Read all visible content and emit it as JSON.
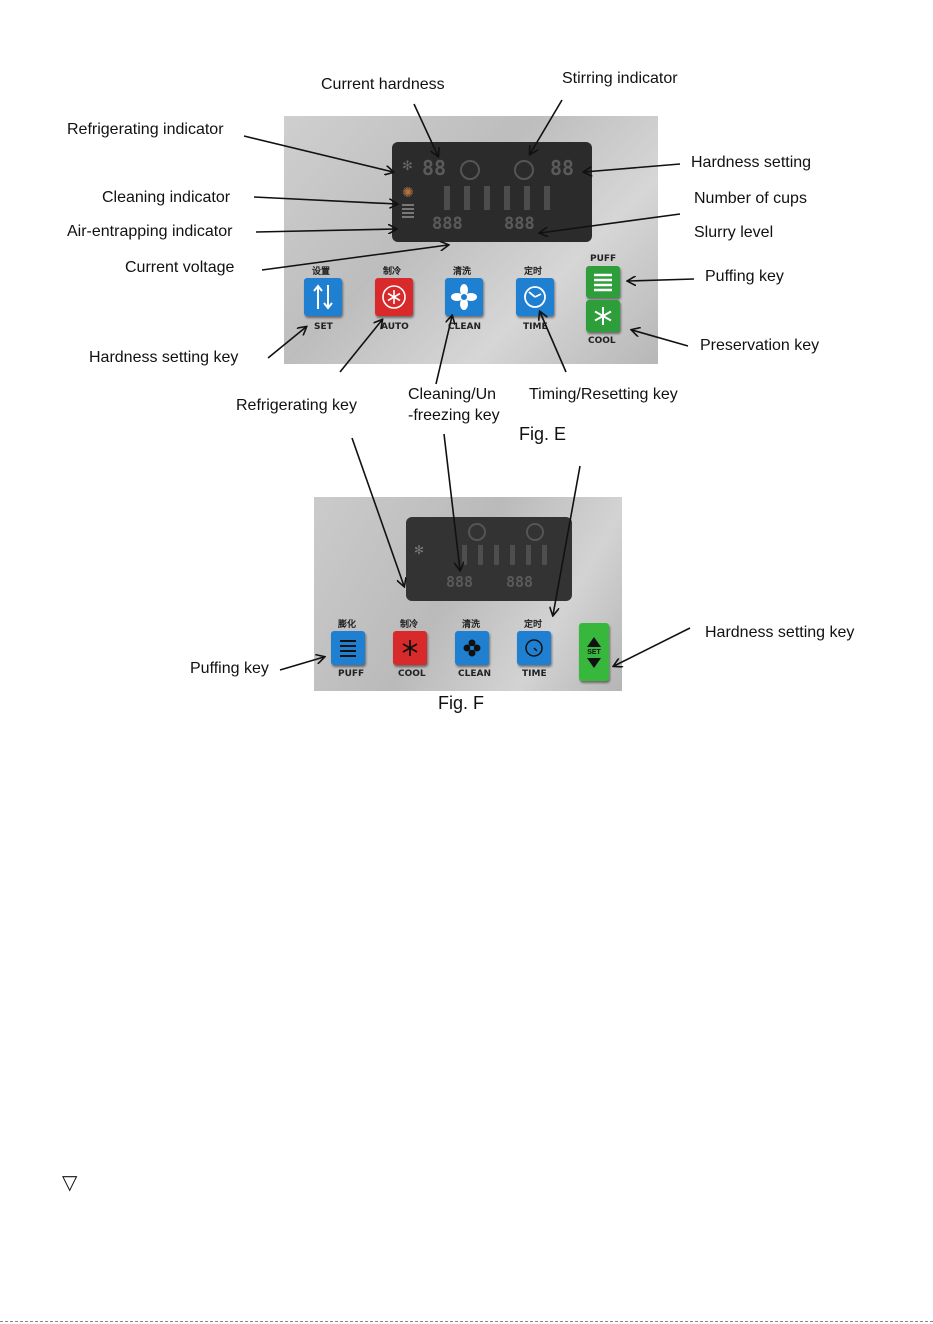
{
  "fig_e": {
    "caption": "Fig. E",
    "labels": {
      "current_hardness": "Current hardness",
      "stirring_indicator": "Stirring indicator",
      "refrigerating_indicator": "Refrigerating indicator",
      "hardness_setting": "Hardness setting",
      "cleaning_indicator": "Cleaning indicator",
      "number_of_cups": "Number of cups",
      "air_entrapping_indicator": "Air-entrapping indicator",
      "slurry_level": "Slurry level",
      "current_voltage": "Current voltage",
      "puffing_key": "Puffing key",
      "preservation_key": "Preservation key",
      "hardness_setting_key": "Hardness setting key",
      "refrigerating_key": "Refrigerating key",
      "cleaning_unfreezing_key_line1": "Cleaning/Un",
      "cleaning_unfreezing_key_line2": "-freezing key",
      "timing_resetting_key": "Timing/Resetting key"
    },
    "panel": {
      "lcd_left_digits": "88",
      "lcd_right_digits": "88",
      "lcd_voltage_digits": "888",
      "lcd_cups_digits": "888",
      "keys": [
        {
          "top": "设置",
          "bottom": "SET",
          "color": "#1f7fd0",
          "icon": "up-down-arrows-icon"
        },
        {
          "top": "制冷",
          "bottom": "AUTO",
          "color": "#d82a2a",
          "icon": "snowflake-cycle-icon"
        },
        {
          "top": "清洗",
          "bottom": "CLEAN",
          "color": "#1f7fd0",
          "icon": "fan-icon"
        },
        {
          "top": "定时",
          "bottom": "TIME",
          "color": "#1f7fd0",
          "icon": "clock-icon"
        }
      ],
      "puff_label": "PUFF",
      "cool_label": "COOL",
      "green_color": "#2e9e3a"
    }
  },
  "fig_f": {
    "caption": "Fig. F",
    "labels": {
      "puffing_key": "Puffing key",
      "hardness_setting_key": "Hardness setting key"
    },
    "panel": {
      "lcd_digits": "888",
      "keys": [
        {
          "top": "膨化",
          "bottom": "PUFF",
          "color": "#1f7fd0",
          "icon": "lines-icon"
        },
        {
          "top": "制冷",
          "bottom": "COOL",
          "color": "#d82a2a",
          "icon": "snowflake-icon"
        },
        {
          "top": "清洗",
          "bottom": "CLEAN",
          "color": "#1f7fd0",
          "icon": "flower-icon"
        },
        {
          "top": "定时",
          "bottom": "TIME",
          "color": "#1f7fd0",
          "icon": "clock-icon"
        }
      ],
      "set_label": "SET"
    }
  },
  "footer": {
    "triangle": "▽"
  }
}
